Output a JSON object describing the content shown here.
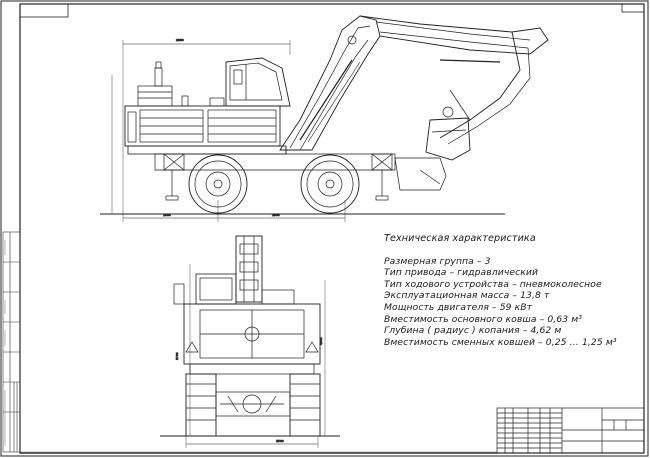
{
  "specs": {
    "title": "Техническая характеристика",
    "lines": [
      "Размерная группа – 3",
      "Тип привода – гидравлический",
      "Тип ходового устройства – пневмоколесное",
      "Эксплуатационная масса – 13,8 т",
      "Мощность двигателя – 59 кВт",
      "Вместимость основного ковша – 0,63 м³",
      "Глубина ( радиус ) копания – 4,62 м",
      "Вместимость сменных ковшей – 0,25 … 1,25 м³"
    ]
  },
  "colors": {
    "line": "#1f1f1f",
    "paper": "#ffffff",
    "frame": "#222222"
  }
}
